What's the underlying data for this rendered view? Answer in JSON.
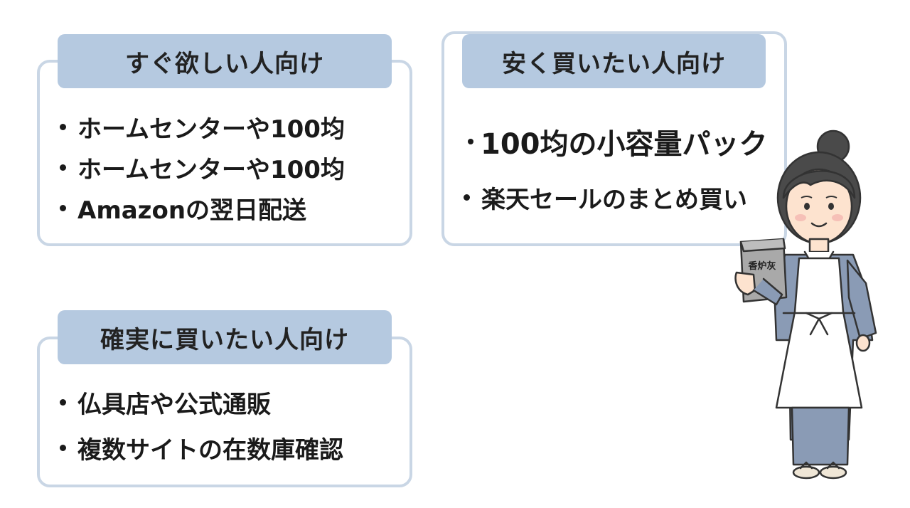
{
  "cards": {
    "quick": {
      "title": "すぐ欲しい人向け",
      "items": [
        "ホームセンターや100均",
        "ホームセンターや100均",
        "Amazonの翌日配送"
      ]
    },
    "cheap": {
      "title": "安く買いたい人向け",
      "items": [
        "100均の小容量パック",
        "楽天セールのまとめ買い"
      ]
    },
    "sure": {
      "title": "確実に買いたい人向け",
      "items": [
        "仏具店や公式通販",
        "複数サイトの在数庫確認"
      ]
    }
  },
  "character": {
    "bag_label": "香炉灰"
  },
  "colors": {
    "title_bg": "#b5c9e0",
    "card_border": "#c9d6e5",
    "kimono": "#8a9bb5",
    "apron": "#ffffff"
  }
}
